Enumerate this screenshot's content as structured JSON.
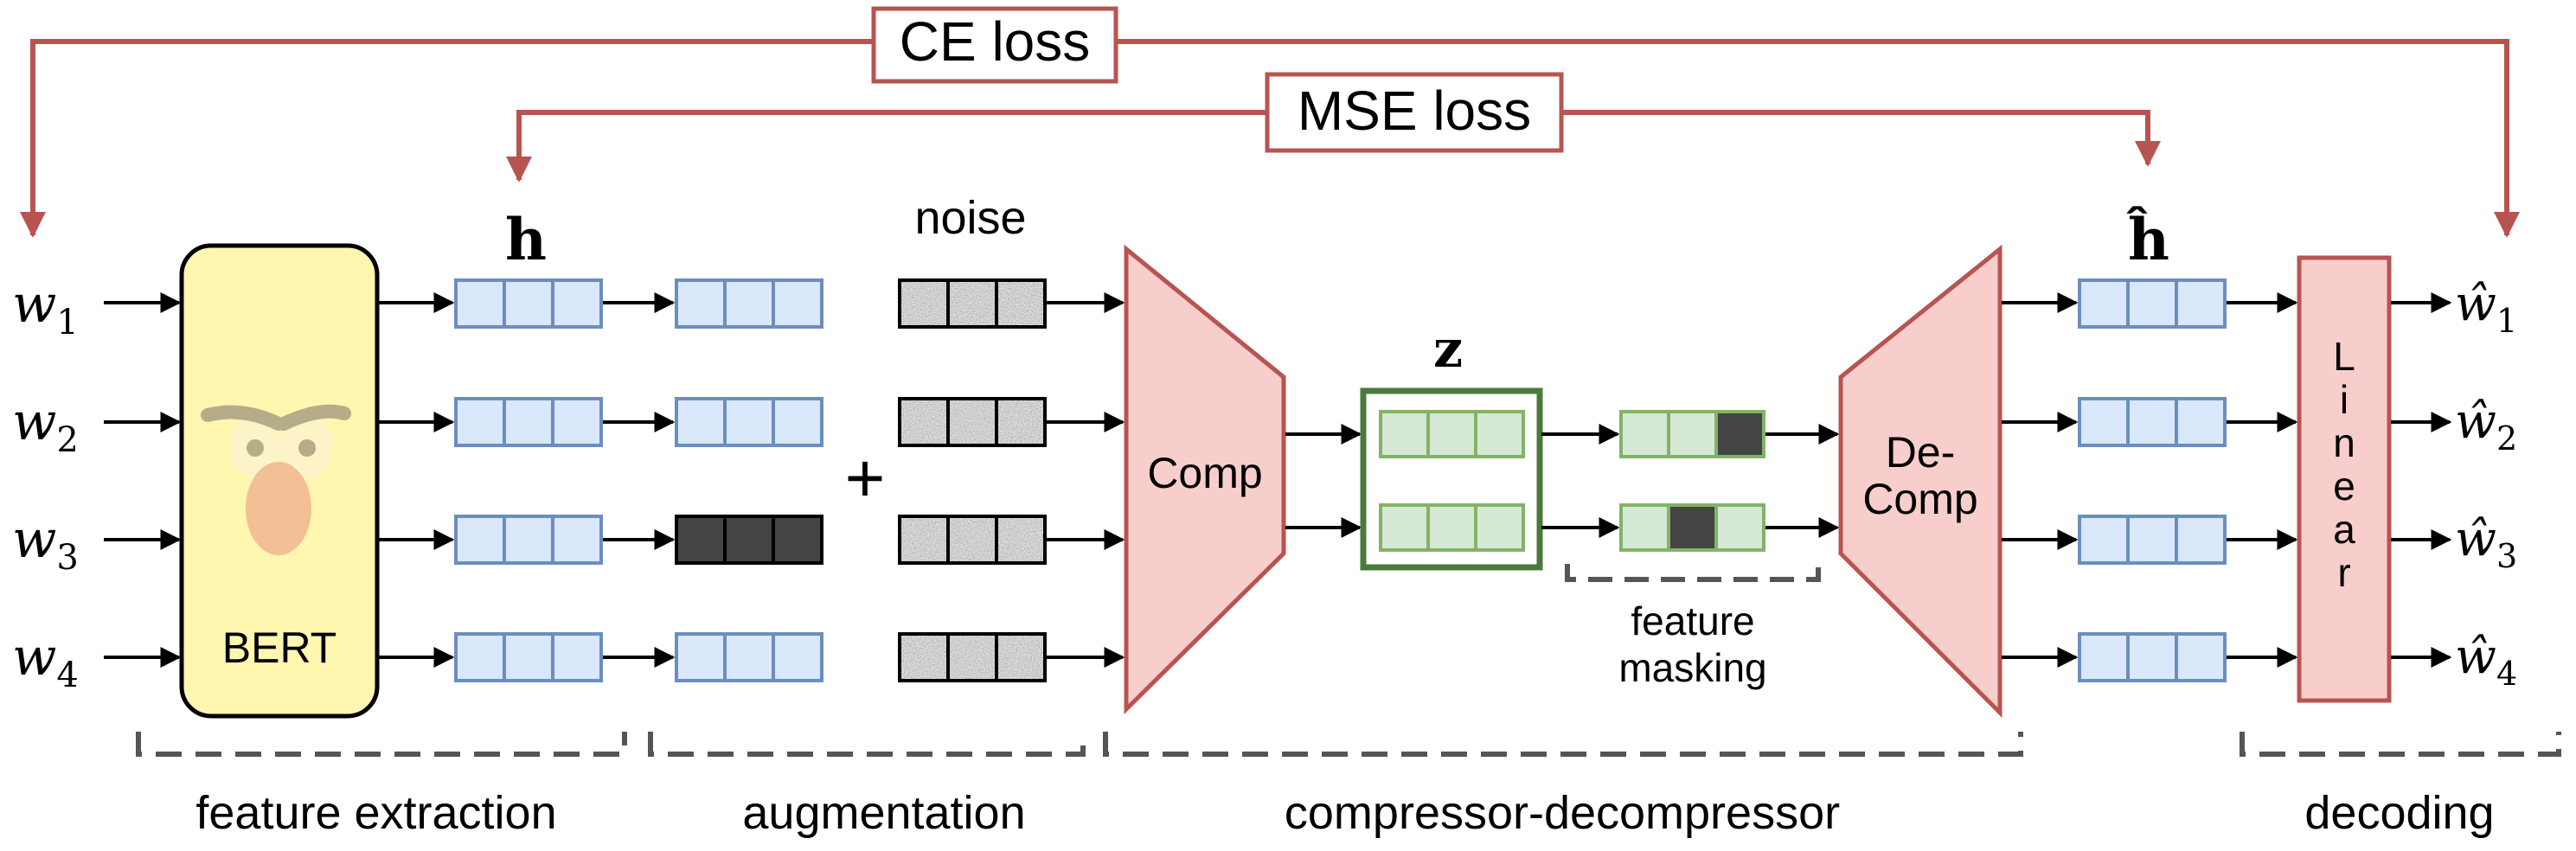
{
  "losses": {
    "ce": "CE loss",
    "mse": "MSE loss"
  },
  "inputs": [
    {
      "base": "w",
      "sub": "1"
    },
    {
      "base": "w",
      "sub": "2"
    },
    {
      "base": "w",
      "sub": "3"
    },
    {
      "base": "w",
      "sub": "4"
    }
  ],
  "outputs": [
    {
      "base": "ŵ",
      "sub": "1"
    },
    {
      "base": "ŵ",
      "sub": "2"
    },
    {
      "base": "ŵ",
      "sub": "3"
    },
    {
      "base": "ŵ",
      "sub": "4"
    }
  ],
  "blocks": {
    "bert": "BERT",
    "comp": "Comp",
    "decomp_line1": "De-",
    "decomp_line2": "Comp",
    "linear": [
      "L",
      "i",
      "n",
      "e",
      "a",
      "r"
    ]
  },
  "labels": {
    "h": "h",
    "h_hat": "ĥ",
    "z": "z",
    "noise": "noise",
    "plus": "+",
    "feature_masking_line1": "feature",
    "feature_masking_line2": "masking"
  },
  "sections": {
    "feature_extraction": "feature extraction",
    "augmentation": "augmentation",
    "compressor": "compressor-decompressor",
    "decoding": "decoding"
  },
  "colors": {
    "loss": "#b85450",
    "feature_fill": "#dae8fc",
    "feature_stroke": "#6c8ebf",
    "latent_fill": "#d5e8d4",
    "latent_stroke": "#82b366",
    "latent_box": "#4a7a3a",
    "block_fill": "#f8cecc",
    "block_stroke": "#b85450",
    "bert_fill": "#fff6b0",
    "masked": "#444444",
    "section_bracket": "#555555"
  }
}
